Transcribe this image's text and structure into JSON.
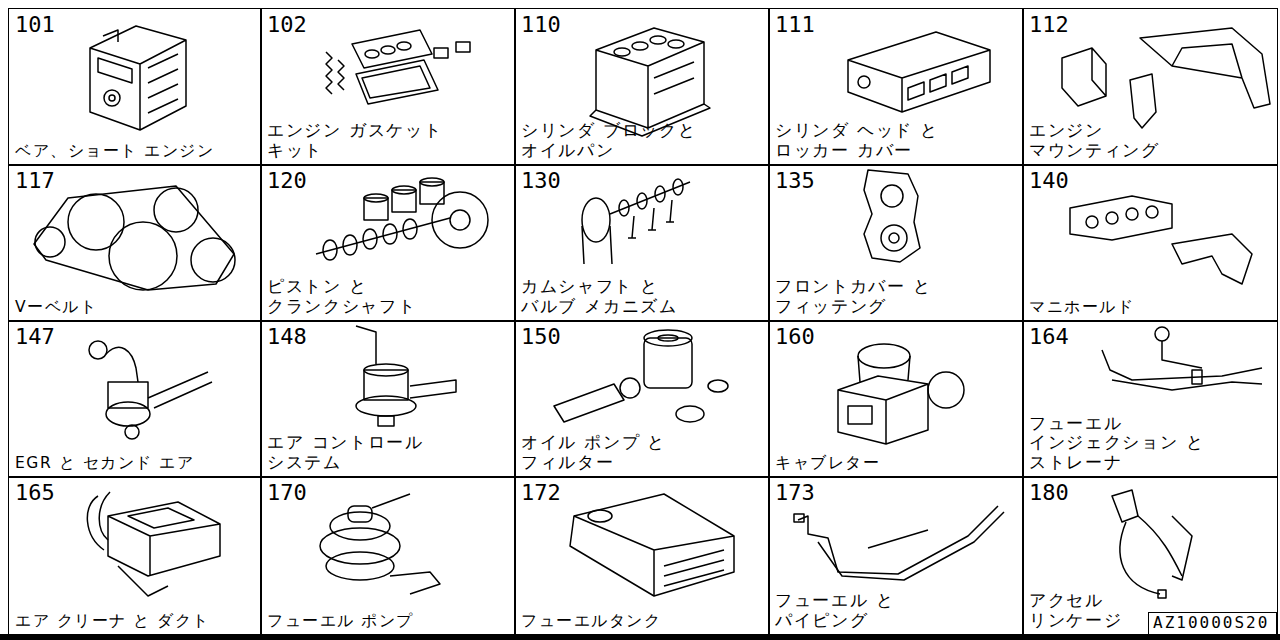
{
  "diagram": {
    "nodes": [
      {
        "text": [
          "101",
          "ベア、ショート エンジン"
        ]
      },
      {
        "text": [
          "102",
          "エンジン ガスケット キット"
        ]
      },
      {
        "text": [
          "110",
          "シリンダ ブロックと オイルパン"
        ]
      },
      {
        "text": [
          "111",
          "シリンダ ヘッド と ロッカー カバー"
        ]
      },
      {
        "text": [
          "112",
          "エンジン マウンティング"
        ]
      },
      {
        "text": [
          "117",
          "Vーベルト"
        ]
      },
      {
        "text": [
          "120",
          "ピストン と クランクシャフト"
        ]
      },
      {
        "text": [
          "130",
          "カムシャフト と バルブ メカニズム"
        ]
      },
      {
        "text": [
          "135",
          "フロントカバー と フィッテング"
        ]
      },
      {
        "text": [
          "140",
          "マニホールド"
        ]
      },
      {
        "text": [
          "147",
          "EGR と セカンド エア"
        ]
      },
      {
        "text": [
          "148",
          "エア コントロール システム"
        ]
      },
      {
        "text": [
          "150",
          "オイル ポンプ と フィルター"
        ]
      },
      {
        "text": [
          "160",
          "キャブレター"
        ]
      },
      {
        "text": [
          "164",
          "フューエル インジェクション と ストレーナ"
        ]
      },
      {
        "text": [
          "165",
          "エア クリーナ と ダクト"
        ]
      },
      {
        "text": [
          "170",
          "フューエル ポンプ"
        ]
      },
      {
        "text": [
          "172",
          "フューエルタンク"
        ]
      },
      {
        "text": [
          "173",
          "フューエル と パイピング"
        ]
      },
      {
        "text": [
          "180",
          "アクセル リンケージ"
        ]
      },
      {
        "text": [
          "AZ10000S20"
        ]
      }
    ]
  }
}
